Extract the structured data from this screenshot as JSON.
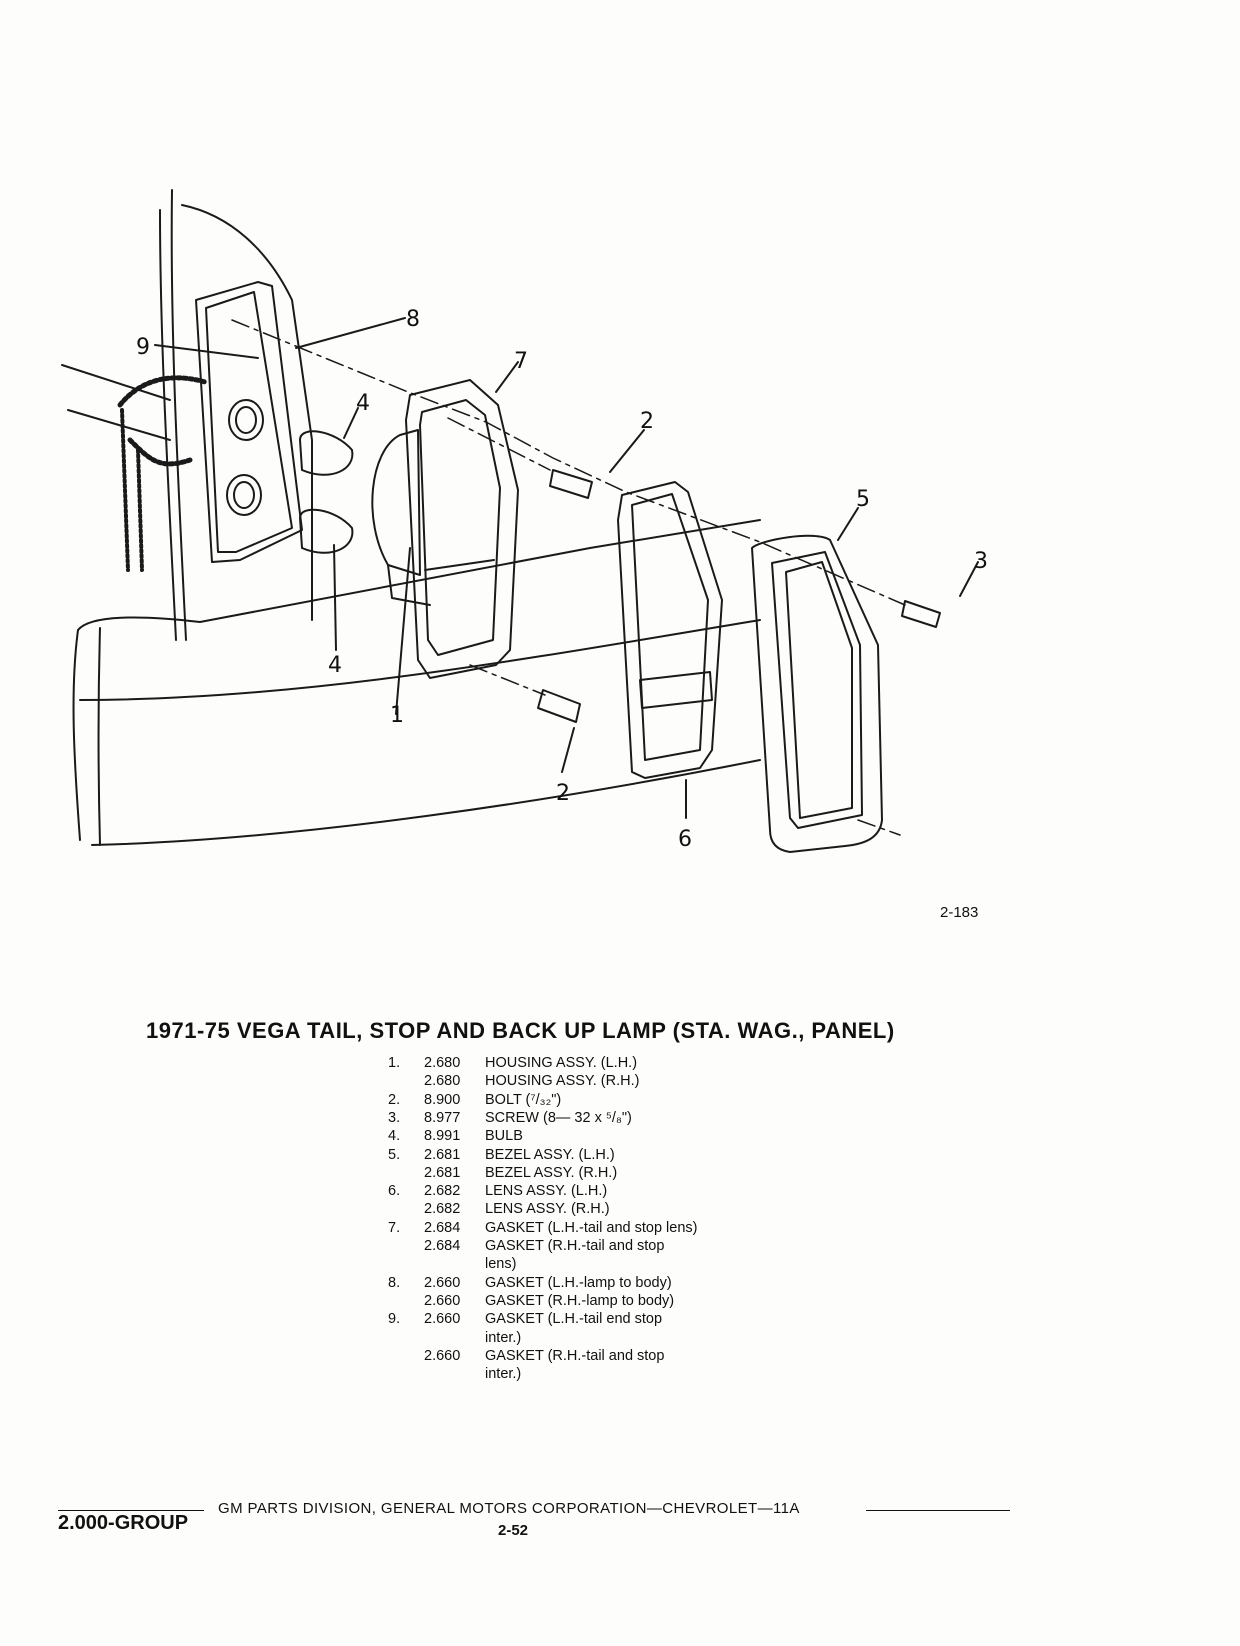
{
  "figure": {
    "callouts": [
      "1",
      "2",
      "2",
      "3",
      "4",
      "4",
      "5",
      "6",
      "7",
      "8",
      "9"
    ],
    "number": "2-183"
  },
  "title": "1971-75 VEGA TAIL, STOP AND BACK UP LAMP (STA. WAG., PANEL)",
  "parts": [
    {
      "num": "1.",
      "code": "2.680",
      "desc": "HOUSING ASSY. (L.H.)"
    },
    {
      "num": "",
      "code": "2.680",
      "desc": "HOUSING ASSY. (R.H.)"
    },
    {
      "num": "2.",
      "code": "8.900",
      "desc": "BOLT (⁷/₃₂\")"
    },
    {
      "num": "3.",
      "code": "8.977",
      "desc": "SCREW (8— 32 x ⁵/₈\")"
    },
    {
      "num": "4.",
      "code": "8.991",
      "desc": "BULB"
    },
    {
      "num": "5.",
      "code": "2.681",
      "desc": "BEZEL ASSY. (L.H.)"
    },
    {
      "num": "",
      "code": "2.681",
      "desc": "BEZEL ASSY. (R.H.)"
    },
    {
      "num": "6.",
      "code": "2.682",
      "desc": "LENS ASSY. (L.H.)"
    },
    {
      "num": "",
      "code": "2.682",
      "desc": "LENS ASSY. (R.H.)"
    },
    {
      "num": "7.",
      "code": "2.684",
      "desc": "GASKET (L.H.-tail and stop lens)"
    },
    {
      "num": "",
      "code": "2.684",
      "desc": "GASKET (R.H.-tail and stop"
    },
    {
      "num": "",
      "code": "",
      "desc": "lens)"
    },
    {
      "num": "8.",
      "code": "2.660",
      "desc": "GASKET (L.H.-lamp to body)"
    },
    {
      "num": "",
      "code": "2.660",
      "desc": "GASKET (R.H.-lamp to body)"
    },
    {
      "num": "9.",
      "code": "2.660",
      "desc": "GASKET (L.H.-tail end stop"
    },
    {
      "num": "",
      "code": "",
      "desc": "inter.)"
    },
    {
      "num": "",
      "code": "2.660",
      "desc": "GASKET (R.H.-tail and stop"
    },
    {
      "num": "",
      "code": "",
      "desc": "inter.)"
    }
  ],
  "footer": {
    "group": "2.000-GROUP",
    "text": "GM PARTS DIVISION, GENERAL MOTORS CORPORATION—CHEVROLET—11A",
    "page": "2-52"
  }
}
